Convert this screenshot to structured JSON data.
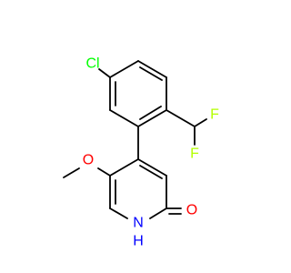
{
  "molecule": {
    "colors": {
      "bond": "#000000",
      "Cl": "#00ff00",
      "F": "#b3ff00",
      "O": "#ff0000",
      "N": "#0000ff",
      "H": "#0000ff"
    },
    "atoms": {
      "Cl": "Cl",
      "F1": "F",
      "F2": "F",
      "O_methoxy": "O",
      "O_carbonyl": "O",
      "N": "N",
      "H": "H"
    }
  }
}
